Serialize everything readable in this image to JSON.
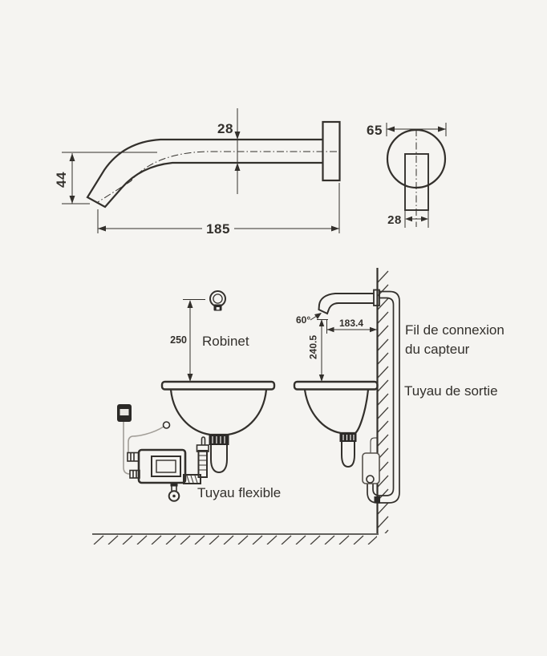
{
  "colors": {
    "background": "#f5f4f1",
    "ink": "#33302c",
    "wire": "#a29e98"
  },
  "labels": {
    "robinet": "Robinet",
    "tuyau_flexible": "Tuyau flexible",
    "fil_de_connexion_line1": "Fil de connexion",
    "fil_de_connexion_line2": "du capteur",
    "tuyau_de_sortie": "Tuyau de sortie"
  },
  "dimensions": {
    "spout_tube_diameter": "28",
    "spout_drop_height": "44",
    "spout_length": "185",
    "escutcheon_diameter": "65",
    "escutcheon_neck_width": "28",
    "mounting_height_above_sink": "250",
    "spout_reach": "183.4",
    "spout_height_above_counter": "240.5",
    "spout_tip_angle": "60°"
  }
}
